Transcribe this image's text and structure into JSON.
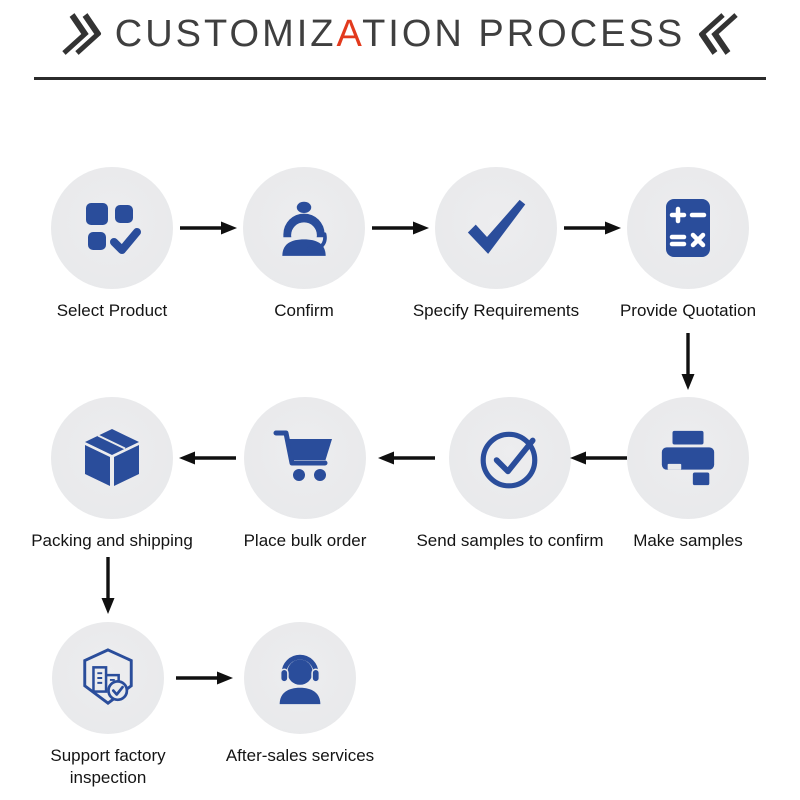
{
  "title": {
    "left_mark": "double-chevron-right",
    "part1": "CUSTOMIZ",
    "highlight": "A",
    "part2": "TION PROCESS",
    "right_mark": "double-chevron-left",
    "highlight_color": "#e23a1d",
    "text_color": "#3f3f3f"
  },
  "colors": {
    "icon_blue": "#2a4d9b",
    "circle_bg": "#e9eaec",
    "arrow": "#101010"
  },
  "steps": [
    {
      "id": 1,
      "label": "Select Product",
      "icon": "product-grid-check-icon"
    },
    {
      "id": 2,
      "label": "Confirm",
      "icon": "customer-service-icon"
    },
    {
      "id": 3,
      "label": "Specify Requirements",
      "icon": "checkmark-icon"
    },
    {
      "id": 4,
      "label": "Provide Quotation",
      "icon": "calculator-icon"
    },
    {
      "id": 5,
      "label": "Make samples",
      "icon": "printer-icon"
    },
    {
      "id": 6,
      "label": "Send samples to confirm",
      "icon": "check-circle-icon"
    },
    {
      "id": 7,
      "label": "Place bulk order",
      "icon": "shopping-cart-icon"
    },
    {
      "id": 8,
      "label": "Packing and shipping",
      "icon": "package-box-icon"
    },
    {
      "id": 9,
      "label": "Support factory inspection",
      "icon": "factory-inspection-icon"
    },
    {
      "id": 10,
      "label": "After-sales services",
      "icon": "headset-support-icon"
    }
  ]
}
